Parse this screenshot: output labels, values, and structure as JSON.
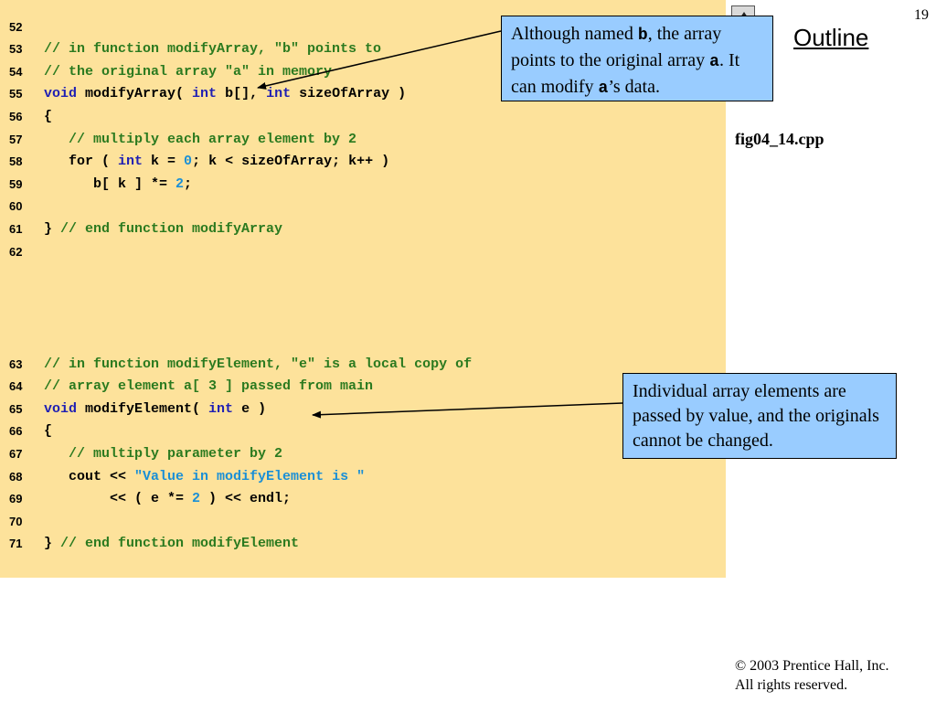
{
  "slide": {
    "page_number": "19",
    "outline_label": "Outline",
    "filename": "fig04_14.cpp",
    "copyright_line1": "© 2003 Prentice Hall, Inc.",
    "copyright_line2": "All rights reserved."
  },
  "callouts": {
    "top": {
      "p1": "Although named ",
      "c1": "b",
      "p2": ", the array points to the original array ",
      "c2": "a",
      "p3": ". It can modify ",
      "c3": "a",
      "p4": "’s data."
    },
    "bottom": {
      "text": "Individual array elements are passed by value, and the originals cannot be changed."
    }
  },
  "code_lines": [
    {
      "num": "52",
      "tokens": []
    },
    {
      "num": "53",
      "tokens": [
        {
          "t": "comment",
          "v": "// in function modifyArray, \"b\" points to"
        }
      ]
    },
    {
      "num": "54",
      "tokens": [
        {
          "t": "comment",
          "v": "// the original array \"a\" in memory"
        }
      ]
    },
    {
      "num": "55",
      "tokens": [
        {
          "t": "kw",
          "v": "void"
        },
        {
          "t": "plain",
          "v": " modifyArray( "
        },
        {
          "t": "kw",
          "v": "int"
        },
        {
          "t": "plain",
          "v": " b[], "
        },
        {
          "t": "kw",
          "v": "int"
        },
        {
          "t": "plain",
          "v": " sizeOfArray )"
        }
      ]
    },
    {
      "num": "56",
      "tokens": [
        {
          "t": "plain",
          "v": "{"
        }
      ]
    },
    {
      "num": "57",
      "tokens": [
        {
          "t": "comment",
          "v": "   // multiply each array element by 2"
        }
      ]
    },
    {
      "num": "58",
      "tokens": [
        {
          "t": "plain",
          "v": "   for ( "
        },
        {
          "t": "kw",
          "v": "int"
        },
        {
          "t": "plain",
          "v": " k = "
        },
        {
          "t": "num",
          "v": "0"
        },
        {
          "t": "plain",
          "v": "; k < sizeOfArray; k++ )"
        }
      ]
    },
    {
      "num": "59",
      "tokens": [
        {
          "t": "plain",
          "v": "      b[ k ] *= "
        },
        {
          "t": "num",
          "v": "2"
        },
        {
          "t": "plain",
          "v": ";"
        }
      ]
    },
    {
      "num": "60",
      "tokens": []
    },
    {
      "num": "61",
      "tokens": [
        {
          "t": "plain",
          "v": "} "
        },
        {
          "t": "comment",
          "v": "// end function modifyArray"
        }
      ]
    },
    {
      "num": "62",
      "tokens": []
    },
    {
      "num": "63",
      "tokens": [
        {
          "t": "comment",
          "v": "// in function modifyElement, \"e\" is a local copy of"
        }
      ]
    },
    {
      "num": "64",
      "tokens": [
        {
          "t": "comment",
          "v": "// array element a[ 3 ] passed from main"
        }
      ]
    },
    {
      "num": "65",
      "tokens": [
        {
          "t": "kw",
          "v": "void"
        },
        {
          "t": "plain",
          "v": " modifyElement( "
        },
        {
          "t": "kw",
          "v": "int"
        },
        {
          "t": "plain",
          "v": " e )"
        }
      ]
    },
    {
      "num": "66",
      "tokens": [
        {
          "t": "plain",
          "v": "{"
        }
      ]
    },
    {
      "num": "67",
      "tokens": [
        {
          "t": "comment",
          "v": "   // multiply parameter by 2"
        }
      ]
    },
    {
      "num": "68",
      "tokens": [
        {
          "t": "plain",
          "v": "   cout << "
        },
        {
          "t": "str",
          "v": "\"Value in modifyElement is \""
        }
      ]
    },
    {
      "num": "69",
      "tokens": [
        {
          "t": "plain",
          "v": "        << ( e *= "
        },
        {
          "t": "num",
          "v": "2"
        },
        {
          "t": "plain",
          "v": " ) << endl;"
        }
      ]
    },
    {
      "num": "70",
      "tokens": []
    },
    {
      "num": "71",
      "tokens": [
        {
          "t": "plain",
          "v": "} "
        },
        {
          "t": "comment",
          "v": "// end function modifyElement"
        }
      ]
    }
  ],
  "colors": {
    "code_background": "#fde29b",
    "callout_background": "#99ccff",
    "keyword": "#1f1fb3",
    "comment": "#2b7a1f",
    "literal": "#1a8fd6"
  },
  "icons": {
    "nav": "up-arrow-icon"
  }
}
